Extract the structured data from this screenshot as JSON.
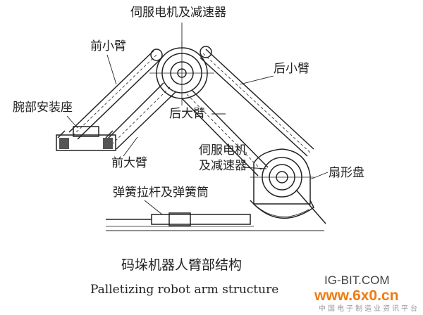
{
  "labels": {
    "top_motor": "伺服电机及减速器",
    "front_forearm": "前小臂",
    "rear_forearm": "后小臂",
    "wrist_mount": "腕部安装座",
    "rear_upper_arm": "后大臂",
    "front_upper_arm": "前大臂",
    "lower_motor_line1": "伺服电机",
    "lower_motor_line2": "及减速器",
    "sector_disc": "扇形盘",
    "spring_rod": "弹簧拉杆及弹簧筒"
  },
  "caption": {
    "chinese": "码垛机器人臂部结构",
    "english": "Palletizing robot arm structure"
  },
  "watermark": {
    "site": "IG-BIT.COM",
    "url": "www.6x0.cn",
    "tagline": "中国电子制造业资讯平台"
  }
}
